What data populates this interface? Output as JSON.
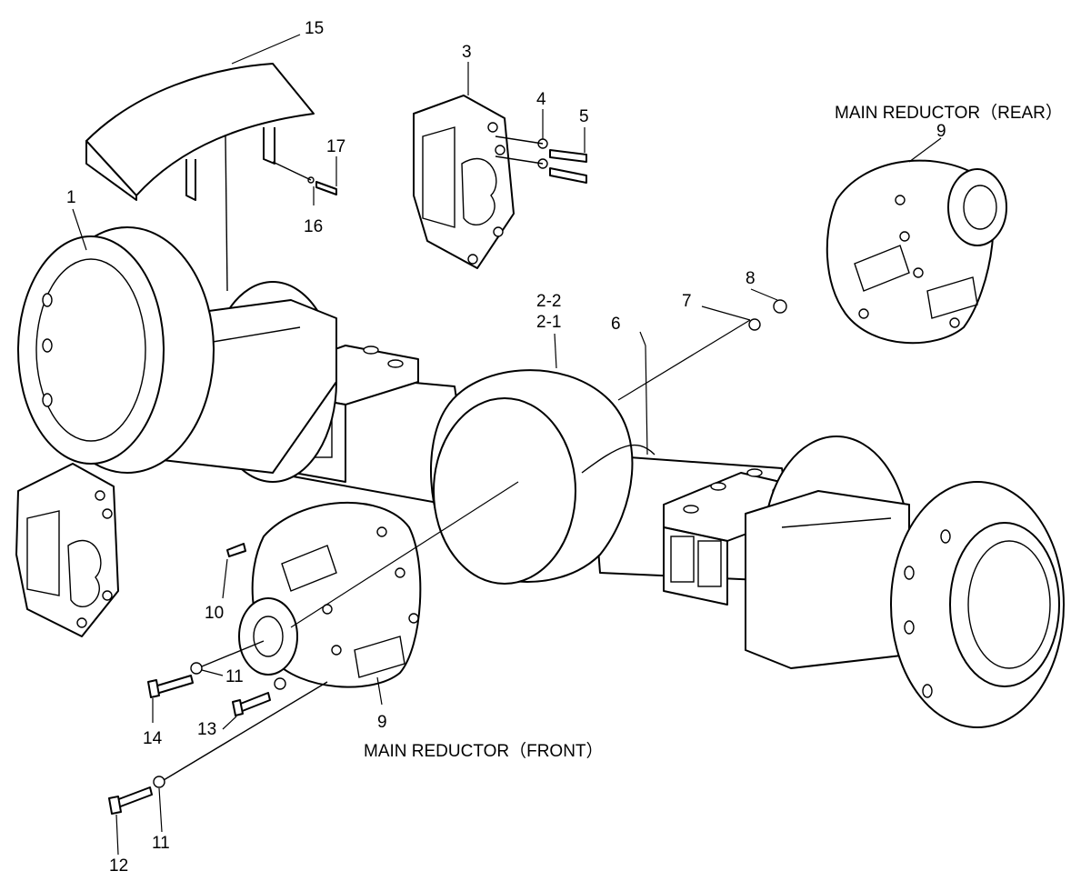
{
  "titles": {
    "rear": "MAIN REDUCTOR（REAR）",
    "front": "MAIN REDUCTOR（FRONT）"
  },
  "callouts": {
    "c15": "15",
    "c3": "3",
    "c4": "4",
    "c5": "5",
    "c17": "17",
    "c16": "16",
    "c1": "1",
    "c9_rear": "9",
    "c8": "8",
    "c7": "7",
    "c6": "6",
    "c2_2": "2-2",
    "c2_1": "2-1",
    "c10": "10",
    "c11_a": "11",
    "c9_front": "9",
    "c14": "14",
    "c13": "13",
    "c12": "12",
    "c11_b": "11"
  },
  "colors": {
    "line": "#000000",
    "background": "#ffffff"
  }
}
